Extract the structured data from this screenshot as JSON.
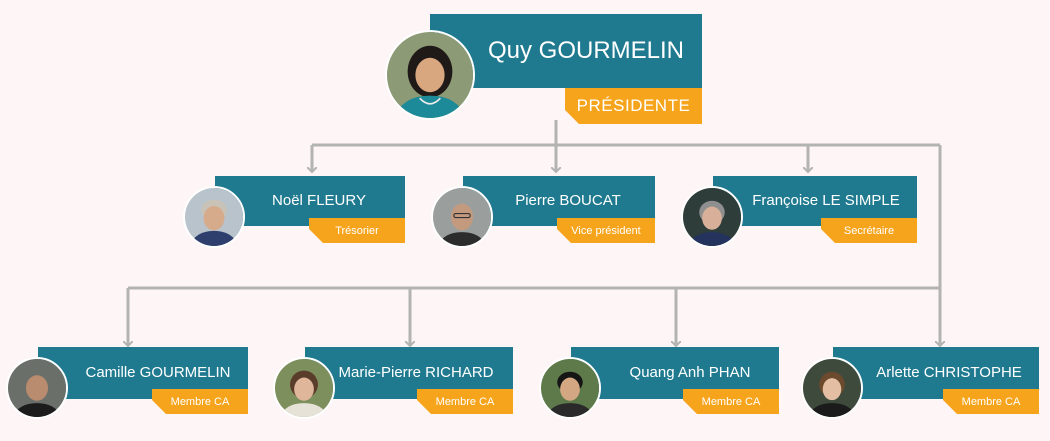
{
  "colors": {
    "name_bg": "#1f7a90",
    "role_bg": "#f6a41c",
    "connector": "#b3b3b3",
    "background": "#fdf5f6"
  },
  "president": {
    "name": "Quy GOURMELIN",
    "role": "PRÉSIDENTE",
    "photo": "person-photo"
  },
  "officers": [
    {
      "name": "Noël FLEURY",
      "role": "Trésorier",
      "photo": "person-photo"
    },
    {
      "name": "Pierre BOUCAT",
      "role": "Vice président",
      "photo": "person-photo"
    },
    {
      "name": "Françoise LE SIMPLE",
      "role": "Secrétaire",
      "photo": "person-photo"
    }
  ],
  "members": [
    {
      "name": "Camille GOURMELIN",
      "role": "Membre CA",
      "photo": "person-photo"
    },
    {
      "name": "Marie-Pierre RICHARD",
      "role": "Membre CA",
      "photo": "person-photo"
    },
    {
      "name": "Quang Anh PHAN",
      "role": "Membre CA",
      "photo": "person-photo"
    },
    {
      "name": "Arlette CHRISTOPHE",
      "role": "Membre CA",
      "photo": "person-photo"
    }
  ]
}
